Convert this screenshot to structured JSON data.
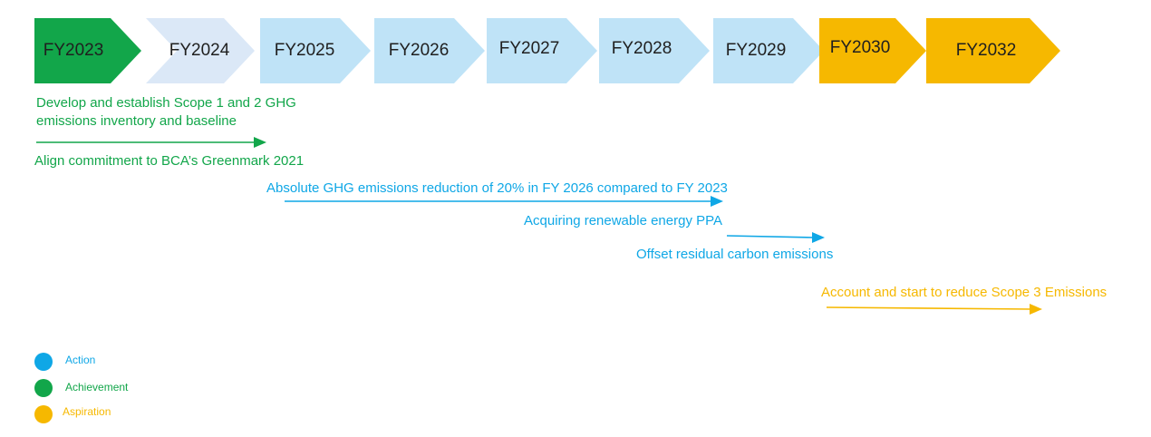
{
  "timeline": [
    {
      "label": "FY2023",
      "status": "achievement",
      "color": "#12a64a"
    },
    {
      "label": "FY2024",
      "status": "pending",
      "color": "#dbe8f7"
    },
    {
      "label": "FY2025",
      "status": "action",
      "color": "#bfe3f7"
    },
    {
      "label": "FY2026",
      "status": "action",
      "color": "#bfe3f7"
    },
    {
      "label": "FY2027",
      "status": "action",
      "color": "#bfe3f7"
    },
    {
      "label": "FY2028",
      "status": "action",
      "color": "#bfe3f7"
    },
    {
      "label": "FY2029",
      "status": "action",
      "color": "#bfe3f7"
    },
    {
      "label": "FY2030",
      "status": "aspiration",
      "color": "#f6b800"
    },
    {
      "label": "FY2032",
      "status": "aspiration",
      "color": "#f6b800"
    }
  ],
  "notes": {
    "develop_line_1": "Develop and establish Scope 1 and 2 GHG",
    "develop_line_2": "emissions inventory and baseline",
    "greenmark": "Align commitment to BCA’s Greenmark 2021",
    "absolute_reduction": "Absolute GHG emissions reduction of 20% in FY 2026 compared to FY 2023",
    "renewable_ppa": "Acquiring renewable energy PPA",
    "offset": "Offset residual carbon emissions",
    "scope3": "Account and start to reduce Scope 3 Emissions"
  },
  "legend": [
    {
      "label": "Action",
      "color": "#0fa7e6"
    },
    {
      "label": "Achievement",
      "color": "#12a64a"
    },
    {
      "label": "Aspiration",
      "color": "#f6b800"
    }
  ],
  "colors": {
    "achievement": "#12a64a",
    "action": "#0fa7e6",
    "aspiration": "#f6b800"
  }
}
